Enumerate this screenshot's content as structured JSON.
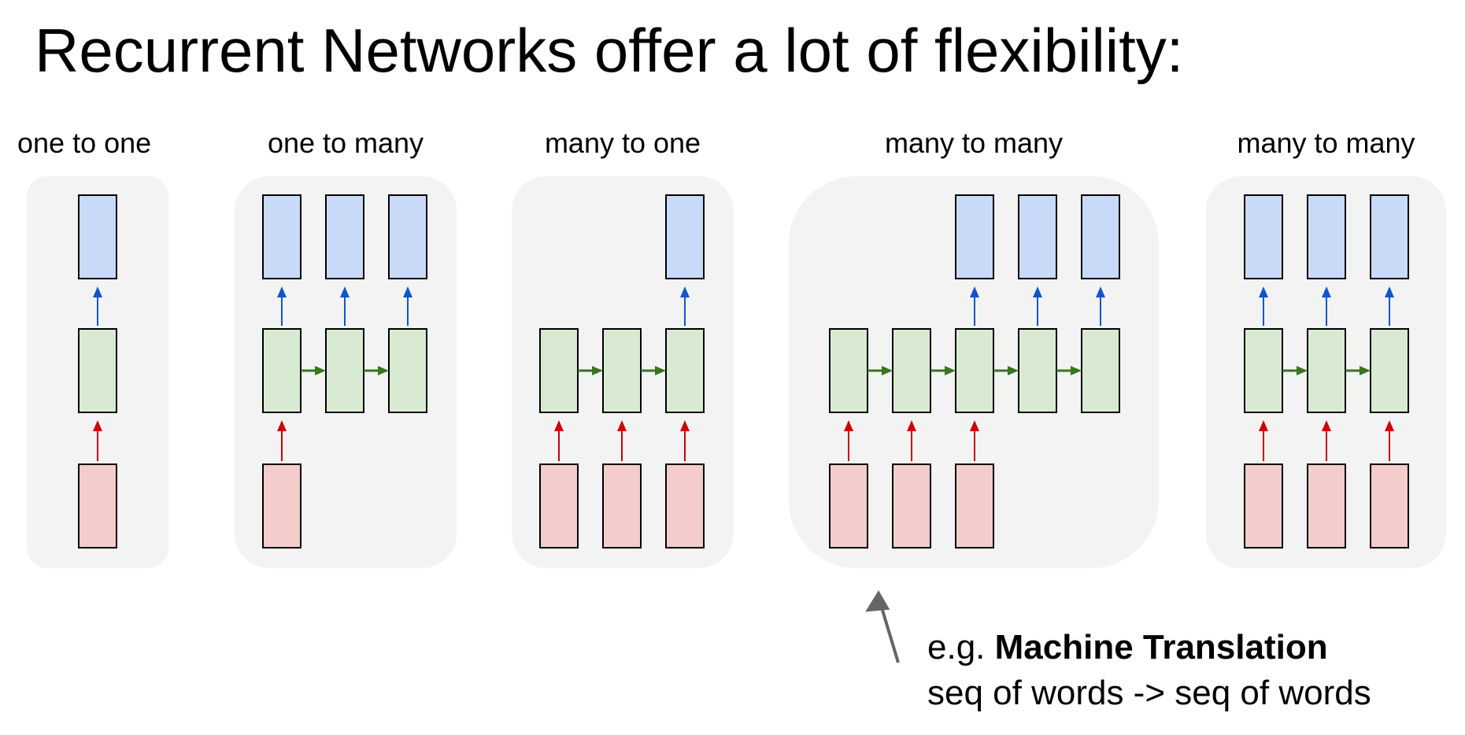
{
  "title": "Recurrent Networks offer a lot of flexibility:",
  "panels": [
    {
      "label": "one to one",
      "steps": 1,
      "inputs": [
        0
      ],
      "outputs": [
        0
      ]
    },
    {
      "label": "one to many",
      "steps": 3,
      "inputs": [
        0
      ],
      "outputs": [
        0,
        1,
        2
      ]
    },
    {
      "label": "many to one",
      "steps": 3,
      "inputs": [
        0,
        1,
        2
      ],
      "outputs": [
        2
      ]
    },
    {
      "label": "many to many",
      "steps": 5,
      "inputs": [
        0,
        1,
        2
      ],
      "outputs": [
        2,
        3,
        4
      ]
    },
    {
      "label": "many to many",
      "steps": 3,
      "inputs": [
        0,
        1,
        2
      ],
      "outputs": [
        0,
        1,
        2
      ]
    }
  ],
  "note": {
    "prefix": "e.g. ",
    "highlight": "Machine Translation",
    "line2": "seq of words -> seq of words"
  },
  "colors": {
    "panel_bg": "#f3f3f3",
    "output_fill": "#c9daf8",
    "hidden_fill": "#d9ead3",
    "input_fill": "#f4cccc",
    "output_arrow": "#1155cc",
    "hidden_arrow": "#38761d",
    "input_arrow": "#cc0000",
    "pointer_arrow": "#666666"
  }
}
